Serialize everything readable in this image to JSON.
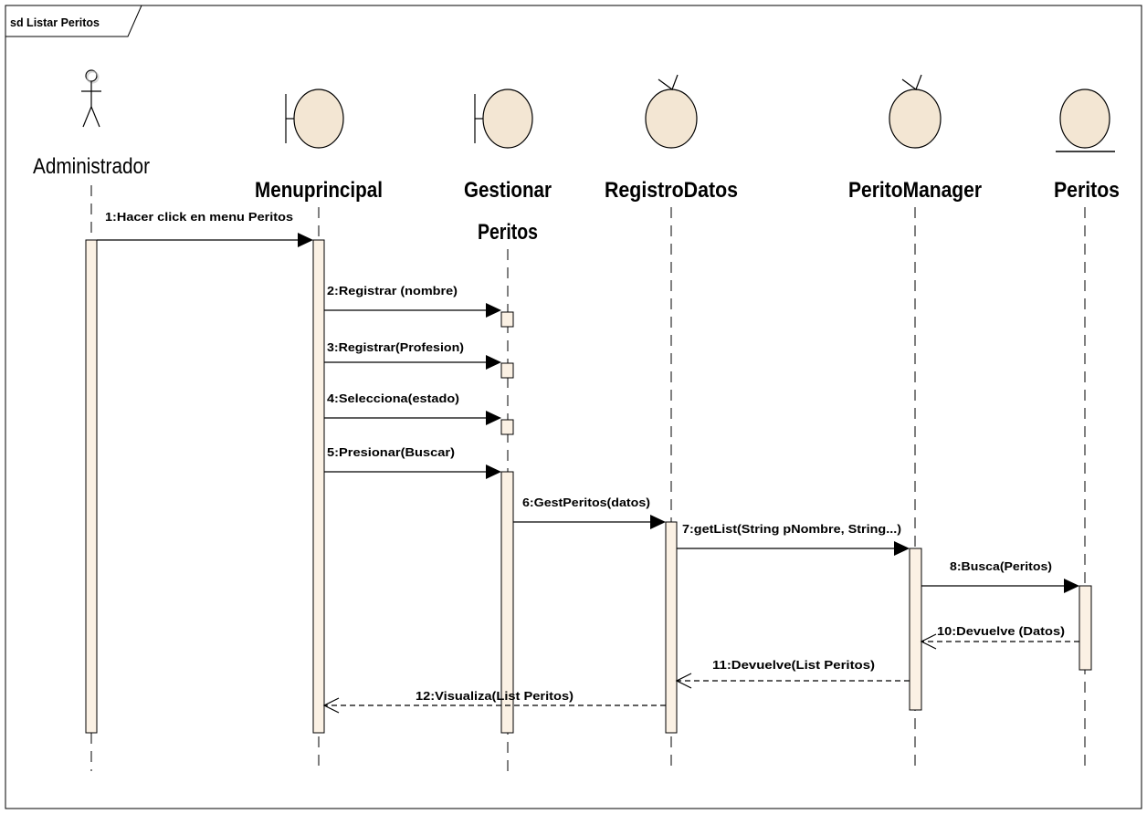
{
  "frame": {
    "title": "sd Listar Peritos"
  },
  "lifelines": [
    {
      "id": "administrador",
      "kind": "actor",
      "name": "Administrador"
    },
    {
      "id": "menuprincipal",
      "kind": "boundary",
      "name": "Menuprincipal"
    },
    {
      "id": "gestionar",
      "kind": "boundary",
      "name_lines": [
        "Gestionar",
        "Peritos"
      ]
    },
    {
      "id": "registrodatos",
      "kind": "control",
      "name": "RegistroDatos"
    },
    {
      "id": "peritomanager",
      "kind": "control",
      "name": "PeritoManager"
    },
    {
      "id": "peritos",
      "kind": "entity",
      "name": "Peritos"
    }
  ],
  "messages": [
    {
      "n": 1,
      "label": "1:Hacer click en menu Peritos",
      "from": "administrador",
      "to": "menuprincipal",
      "type": "sync"
    },
    {
      "n": 2,
      "label": "2:Registrar (nombre)",
      "from": "menuprincipal",
      "to": "gestionar",
      "type": "sync"
    },
    {
      "n": 3,
      "label": "3:Registrar(Profesion)",
      "from": "menuprincipal",
      "to": "gestionar",
      "type": "sync"
    },
    {
      "n": 4,
      "label": "4:Selecciona(estado)",
      "from": "menuprincipal",
      "to": "gestionar",
      "type": "sync"
    },
    {
      "n": 5,
      "label": "5:Presionar(Buscar)",
      "from": "menuprincipal",
      "to": "gestionar",
      "type": "sync"
    },
    {
      "n": 6,
      "label": "6:GestPeritos(datos)",
      "from": "gestionar",
      "to": "registrodatos",
      "type": "sync"
    },
    {
      "n": 7,
      "label": "7:getList(String pNombre, String...)",
      "from": "registrodatos",
      "to": "peritomanager",
      "type": "sync"
    },
    {
      "n": 8,
      "label": "8:Busca(Peritos)",
      "from": "peritomanager",
      "to": "peritos",
      "type": "sync"
    },
    {
      "n": 10,
      "label": "10:Devuelve (Datos)",
      "from": "peritos",
      "to": "peritomanager",
      "type": "return"
    },
    {
      "n": 11,
      "label": "11:Devuelve(List Peritos)",
      "from": "peritomanager",
      "to": "registrodatos",
      "type": "return"
    },
    {
      "n": 12,
      "label": "12:Visualiza(List Peritos)",
      "from": "registrodatos",
      "to": "menuprincipal",
      "type": "return"
    }
  ]
}
